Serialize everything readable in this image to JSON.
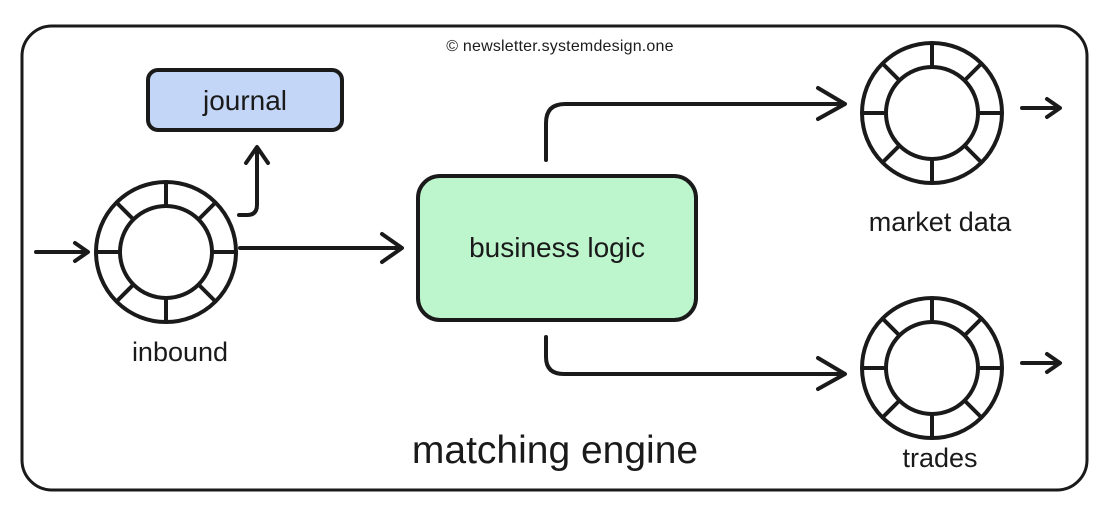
{
  "diagram": {
    "title": "matching engine",
    "watermark": "© newsletter.systemdesign.one",
    "frame": {
      "name": "matching-engine-boundary",
      "stroke": "#1a1a1a"
    },
    "nodes": {
      "inbound": {
        "label": "inbound",
        "icon": "ring-buffer-icon",
        "shape": "ring",
        "segments": 8
      },
      "journal": {
        "label": "journal",
        "shape": "rounded-rect",
        "fill": "#c3d6f7",
        "stroke": "#1a1a1a"
      },
      "business_logic": {
        "label": "business logic",
        "shape": "rounded-rect",
        "fill": "#bdf5cd",
        "stroke": "#1a1a1a"
      },
      "market_data": {
        "label": "market data",
        "icon": "ring-buffer-icon",
        "shape": "ring",
        "segments": 8
      },
      "trades": {
        "label": "trades",
        "icon": "ring-buffer-icon",
        "shape": "ring",
        "segments": 8
      }
    },
    "edges": [
      {
        "name": "edge-external-to-inbound",
        "from": "external",
        "to": "inbound",
        "style": "straight-arrow"
      },
      {
        "name": "edge-inbound-to-journal",
        "from": "inbound",
        "to": "journal",
        "style": "elbow-arrow-up"
      },
      {
        "name": "edge-inbound-to-business-logic",
        "from": "inbound",
        "to": "business_logic",
        "style": "straight-arrow"
      },
      {
        "name": "edge-business-logic-to-market-data",
        "from": "business_logic",
        "to": "market_data",
        "style": "elbow-arrow-up-right"
      },
      {
        "name": "edge-business-logic-to-trades",
        "from": "business_logic",
        "to": "trades",
        "style": "elbow-arrow-down-right"
      },
      {
        "name": "edge-market-data-to-external",
        "from": "market_data",
        "to": "external",
        "style": "straight-arrow"
      },
      {
        "name": "edge-trades-to-external",
        "from": "trades",
        "to": "external",
        "style": "straight-arrow"
      }
    ]
  }
}
